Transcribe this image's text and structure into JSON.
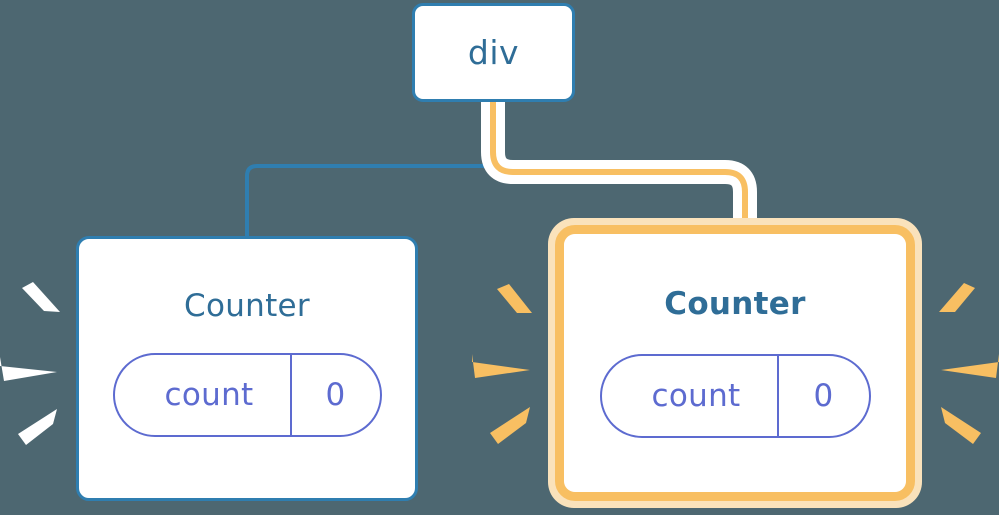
{
  "diagram": {
    "background_color": "#4d6771",
    "title_color": "#2f6d97",
    "node_border_color": "#2f7eb0",
    "state_color": "#5d6bd0",
    "highlight_color": "#f8bf62",
    "highlight_glow_color": "#fae2bb",
    "wire_blue_color": "#2f7eb0",
    "wire_orange_color": "#f8bf62",
    "wire_halo_color": "#ffffff"
  },
  "nodes": {
    "root": {
      "label": "div"
    },
    "counter_left": {
      "label": "Counter",
      "state": {
        "key": "count",
        "value": "0"
      },
      "highlighted": "false",
      "sparkle_color": "#ffffff"
    },
    "counter_right": {
      "label": "Counter",
      "state": {
        "key": "count",
        "value": "0"
      },
      "highlighted": "true",
      "sparkle_color": "#f8bf62"
    }
  },
  "edges": [
    {
      "from": "div",
      "to": "Counter",
      "color": "#2f7eb0",
      "style": "elbow"
    },
    {
      "from": "div",
      "to": "Counter",
      "color": "#f8bf62",
      "style": "elbow-halo"
    }
  ]
}
